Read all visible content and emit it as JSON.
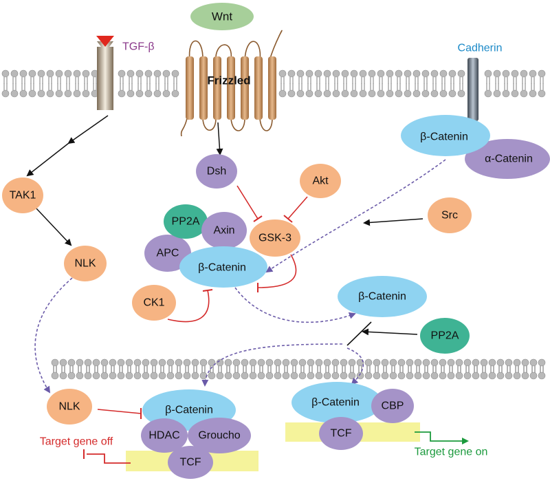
{
  "colors": {
    "orange": "#f6b483",
    "purple": "#a593c8",
    "blue": "#8fd3f1",
    "teal": "#3fb394",
    "green_ellipse": "#a7cf9a",
    "dna": "#f5f39b",
    "inhibit": "#d42a2a",
    "dashed_arrow": "#6a5aa8",
    "gene_on": "#1b9a3d",
    "tgf_label": "#8b3a8b",
    "cadherin_label": "#1c8ac8"
  },
  "labels": {
    "wnt": "Wnt",
    "frizzled": "Frizzled",
    "tgf_beta": "TGF-β",
    "cadherin": "Cadherin",
    "b_catenin_membrane": "β-Catenin",
    "a_catenin": "α-Catenin",
    "tak1": "TAK1",
    "nlk_cyto": "NLK",
    "dsh": "Dsh",
    "akt": "Akt",
    "src": "Src",
    "pp2a_complex": "PP2A",
    "axin": "Axin",
    "gsk3": "GSK-3",
    "apc": "APC",
    "b_catenin_complex": "β-Catenin",
    "ck1": "CK1",
    "b_catenin_free": "β-Catenin",
    "pp2a_free": "PP2A",
    "nlk_nuc": "NLK",
    "b_catenin_off": "β-Catenin",
    "hdac": "HDAC",
    "groucho": "Groucho",
    "tcf_off": "TCF",
    "target_gene_off": "Target  gene off",
    "b_catenin_on": "β-Catenin",
    "cbp": "CBP",
    "tcf_on": "TCF",
    "target_gene_on": "Target  gene on"
  }
}
